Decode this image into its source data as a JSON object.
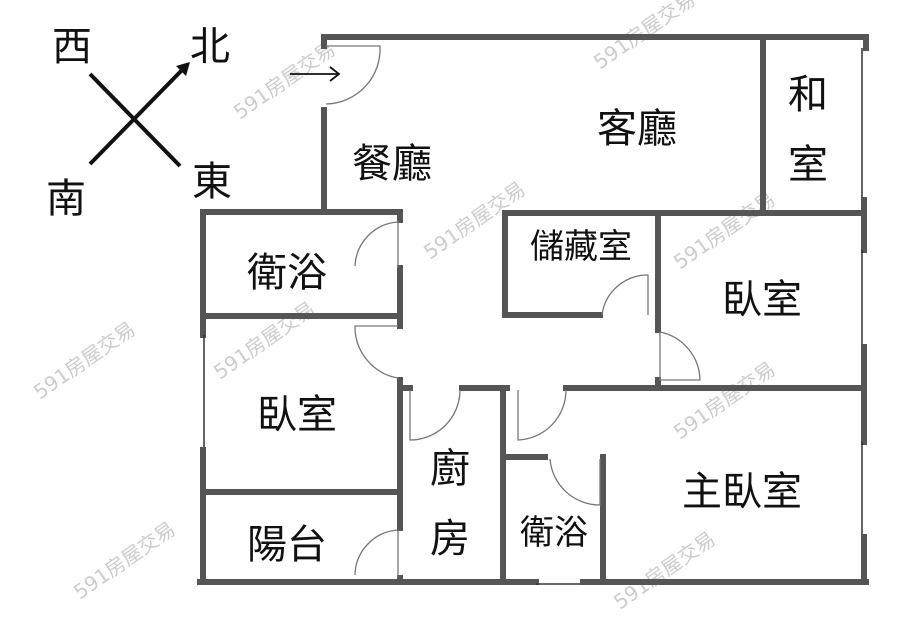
{
  "compass": {
    "west": "西",
    "north": "北",
    "south": "南",
    "east": "東"
  },
  "rooms": {
    "living_room": "客廳",
    "dining_room": "餐廳",
    "japanese_room": [
      "和",
      "室"
    ],
    "bathroom_1": "衛浴",
    "storage_room": "儲藏室",
    "bedroom_1": "臥室",
    "bedroom_2": "臥室",
    "kitchen": [
      "廚",
      "房"
    ],
    "master_bedroom": "主臥室",
    "balcony": "陽台",
    "bathroom_2": "衛浴"
  },
  "watermark": "591房屋交易",
  "colors": {
    "wall": "#555555",
    "text": "#111111"
  }
}
